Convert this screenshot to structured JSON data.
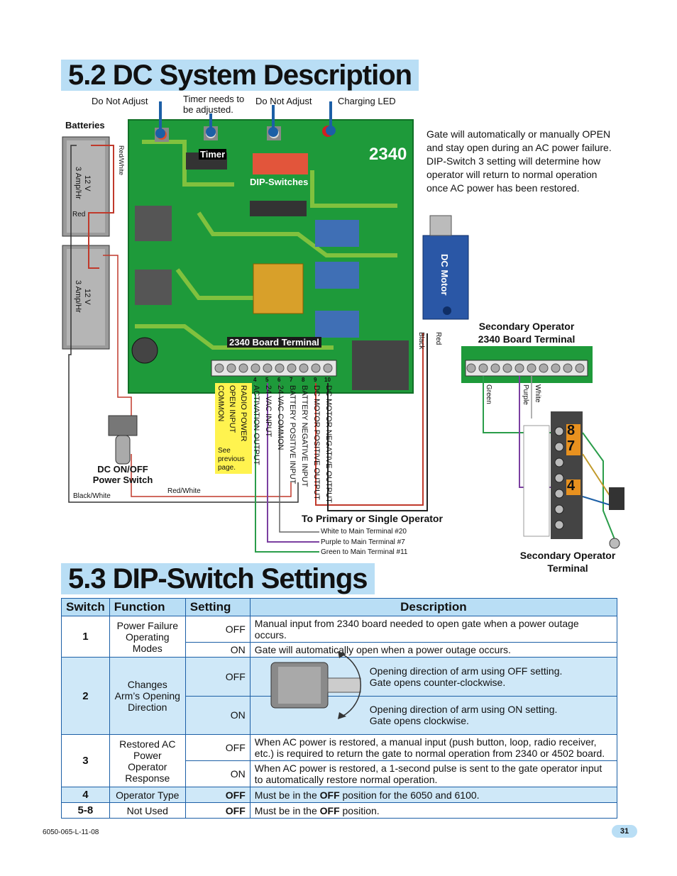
{
  "sections": {
    "s52_title": "5.2 DC System Description",
    "s53_title": "5.3 DIP-Switch Settings"
  },
  "diagram": {
    "board_name": "2340",
    "do_not_adjust_1": "Do Not Adjust",
    "timer_note": "Timer needs to be adjusted.",
    "do_not_adjust_2": "Do Not Adjust",
    "charging_led": "Charging LED",
    "batteries": "Batteries",
    "battery_1": "12 V\n3 Amp/Hr",
    "battery_2": "12 V\n3 Amp/Hr",
    "timer_label": "Timer",
    "dip_label": "DIP-Switches",
    "terminal_label": "2340 Board Terminal",
    "description": "Gate will automatically or manually OPEN and stay open during an AC power failure. DIP-Switch 3 setting will determine how operator will return to normal operation once AC power has been restored.",
    "dc_motor": "DC Motor",
    "wire_red_white": "Red/White",
    "wire_red": "Red",
    "wire_black_white": "Black/White",
    "wire_red_white_2": "Red/White",
    "wire_black": "Black",
    "wire_red_2": "Red",
    "power_switch": "DC ON/OFF Power Switch",
    "terminal_functions": [
      "RADIO POWER",
      "OPEN INPUT",
      "COMMON",
      "ACTIVATION OUTPUT",
      "24 VAC INPUT",
      "24 VAC COMMON",
      "BATTERY POSITIVE INPUT",
      "BATTERY NEGATIVE INPUT",
      "DC MOTOR POSITIVE OUTPUT",
      "DC MOTOR NEGATIVE OUTPUT"
    ],
    "see_previous": "See previous page.",
    "to_primary": "To Primary or Single Operator",
    "white_to": "White to Main Terminal #20",
    "purple_to": "Purple to Main Terminal #7",
    "green_to": "Green to Main Terminal #11",
    "secondary_board": "Secondary Operator 2340 Board Terminal",
    "secondary_terminal": "Secondary Operator Terminal",
    "sec_green": "Green",
    "sec_purple": "Purple",
    "sec_white": "White",
    "big_numbers": [
      "8",
      "7",
      "4"
    ]
  },
  "table": {
    "headers": [
      "Switch",
      "Function",
      "Setting",
      "Description"
    ],
    "rows": [
      {
        "switch": "1",
        "function": "Power Failure Operating Modes",
        "settings": [
          {
            "setting": "OFF",
            "desc": "Manual input from 2340 board needed to open gate when a power outage occurs."
          },
          {
            "setting": "ON",
            "desc": "Gate will automatically open when a power outage occurs."
          }
        ]
      },
      {
        "switch": "2",
        "function": "Changes Arm’s Opening Direction",
        "settings": [
          {
            "setting": "OFF",
            "desc": "Opening direction of arm using OFF setting.\nGate opens counter-clockwise."
          },
          {
            "setting": "ON",
            "desc": "Opening direction of arm using ON setting.\nGate opens clockwise."
          }
        ]
      },
      {
        "switch": "3",
        "function": "Restored AC Power Operator Response",
        "settings": [
          {
            "setting": "OFF",
            "desc": "When AC power is restored, a manual input (push button, loop, radio receiver, etc.) is required to return the gate to normal operation from 2340 or 4502 board."
          },
          {
            "setting": "ON",
            "desc": "When AC power is restored, a 1-second pulse is sent to the gate operator input to automatically restore normal operation."
          }
        ]
      },
      {
        "switch": "4",
        "function": "Operator Type",
        "settings": [
          {
            "setting": "OFF",
            "desc_pre": "Must be in the ",
            "desc_bold": "OFF",
            "desc_post": " position for the 6050 and 6100."
          }
        ]
      },
      {
        "switch": "5-8",
        "function": "Not Used",
        "settings": [
          {
            "setting": "OFF",
            "desc_pre": "Must be in the ",
            "desc_bold": "OFF",
            "desc_post": " position."
          }
        ]
      }
    ]
  },
  "footer": {
    "doc_code": "6050-065-L-11-08",
    "page": "31"
  },
  "colors": {
    "title_bg": "#b9def5",
    "board": "#1e9a3a",
    "table_border": "#1c5fa6",
    "row_highlight": "#cfe8f8"
  }
}
